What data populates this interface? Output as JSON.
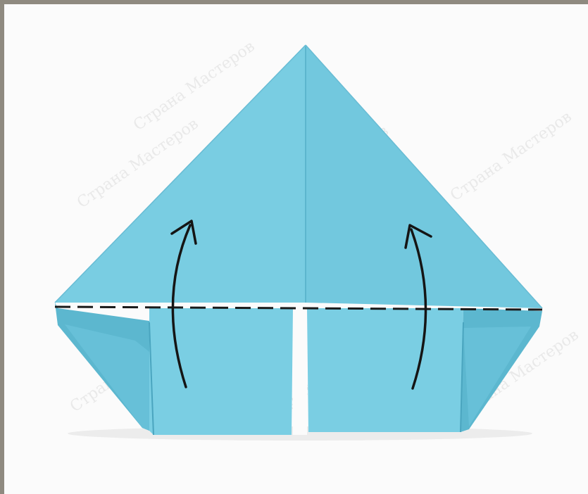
{
  "image": {
    "subject": "origami-module-folding-step",
    "colors": {
      "paper": "#79cde2",
      "paper_shade": "#5fb8d0",
      "paper_dark": "#4aa5bf",
      "crease": "#3b9bb6",
      "fold_line": "#1a1a1a",
      "arrow": "#151515",
      "background": "#fbfbfb",
      "frame": "#8f8a80"
    },
    "fold_line_style": "dashed",
    "arrows": {
      "count": 2,
      "direction": "up"
    },
    "watermark": {
      "text": "Страна Мастеров"
    }
  }
}
